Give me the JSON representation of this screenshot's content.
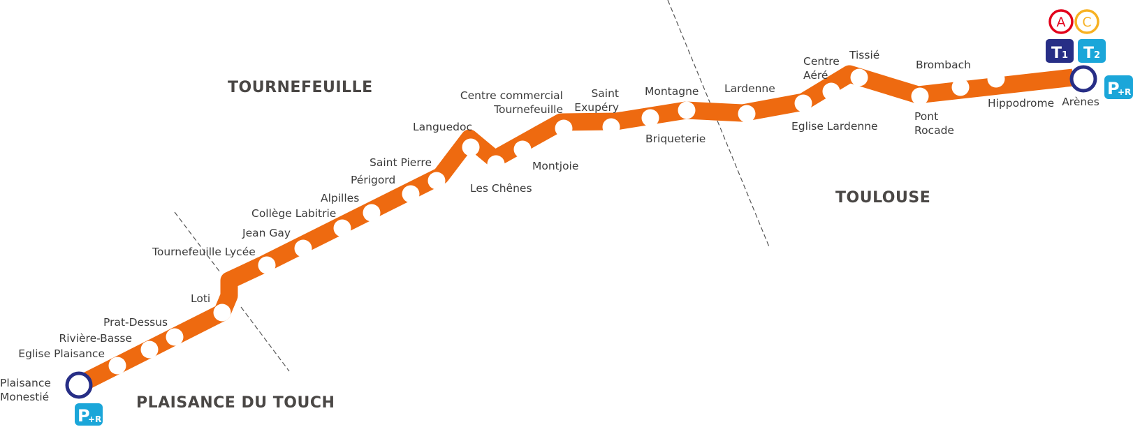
{
  "line": {
    "color": "#ee6a10",
    "terminus_color": "#272e86",
    "stations": [
      {
        "id": "plaisance-monestie",
        "name": [
          "Plaisance",
          "Monestié"
        ],
        "terminus": true,
        "park_ride": true
      },
      {
        "id": "eglise-plaisance",
        "name": [
          "Eglise Plaisance"
        ]
      },
      {
        "id": "riviere-basse",
        "name": [
          "Rivière-Basse"
        ]
      },
      {
        "id": "prat-dessus",
        "name": [
          "Prat-Dessus"
        ]
      },
      {
        "id": "loti",
        "name": [
          "Loti"
        ]
      },
      {
        "id": "tournefeuille-lycee",
        "name": [
          "Tournefeuille Lycée"
        ]
      },
      {
        "id": "jean-gay",
        "name": [
          "Jean Gay"
        ]
      },
      {
        "id": "college-labitrie",
        "name": [
          "Collège Labitrie"
        ]
      },
      {
        "id": "alpilles",
        "name": [
          "Alpilles"
        ]
      },
      {
        "id": "perigord",
        "name": [
          "Périgord"
        ]
      },
      {
        "id": "saint-pierre",
        "name": [
          "Saint Pierre"
        ]
      },
      {
        "id": "languedoc",
        "name": [
          "Languedoc"
        ]
      },
      {
        "id": "les-chenes",
        "name": [
          "Les Chênes"
        ]
      },
      {
        "id": "montjoie",
        "name": [
          "Montjoie"
        ]
      },
      {
        "id": "centre-commercial-tournefeuille",
        "name": [
          "Centre commercial",
          "Tournefeuille"
        ]
      },
      {
        "id": "saint-exupery",
        "name": [
          "Saint",
          "Exupéry"
        ]
      },
      {
        "id": "briqueterie",
        "name": [
          "Briqueterie"
        ]
      },
      {
        "id": "montagne",
        "name": [
          "Montagne"
        ]
      },
      {
        "id": "lardenne",
        "name": [
          "Lardenne"
        ]
      },
      {
        "id": "eglise-lardenne",
        "name": [
          "Eglise Lardenne"
        ]
      },
      {
        "id": "centre-aere",
        "name": [
          "Centre",
          "Aéré"
        ]
      },
      {
        "id": "tissie",
        "name": [
          "Tissié"
        ]
      },
      {
        "id": "pont-rocade",
        "name": [
          "Pont",
          "Rocade"
        ]
      },
      {
        "id": "brombach",
        "name": [
          "Brombach"
        ]
      },
      {
        "id": "hippodrome",
        "name": [
          "Hippodrome"
        ]
      },
      {
        "id": "arenes",
        "name": [
          "Arènes"
        ],
        "terminus": true,
        "park_ride": true
      }
    ]
  },
  "municipalities": [
    {
      "id": "tournefeuille",
      "name": "TOURNEFEUILLE"
    },
    {
      "id": "plaisance-du-touch",
      "name": "PLAISANCE DU TOUCH"
    },
    {
      "id": "toulouse",
      "name": "TOULOUSE"
    }
  ],
  "park_ride": {
    "label_p": "P",
    "label_r": "+R",
    "color": "#1ba6d9"
  },
  "connections": [
    {
      "id": "metro-a",
      "kind": "metro",
      "label": "A",
      "color": "#e2001a"
    },
    {
      "id": "metro-c",
      "kind": "metro",
      "label": "C",
      "color": "#f7b122"
    },
    {
      "id": "tram-t1",
      "kind": "tram",
      "label": "T",
      "sub": "1",
      "color": "#272e86"
    },
    {
      "id": "tram-t2",
      "kind": "tram",
      "label": "T",
      "sub": "2",
      "color": "#1ba6d9"
    }
  ]
}
